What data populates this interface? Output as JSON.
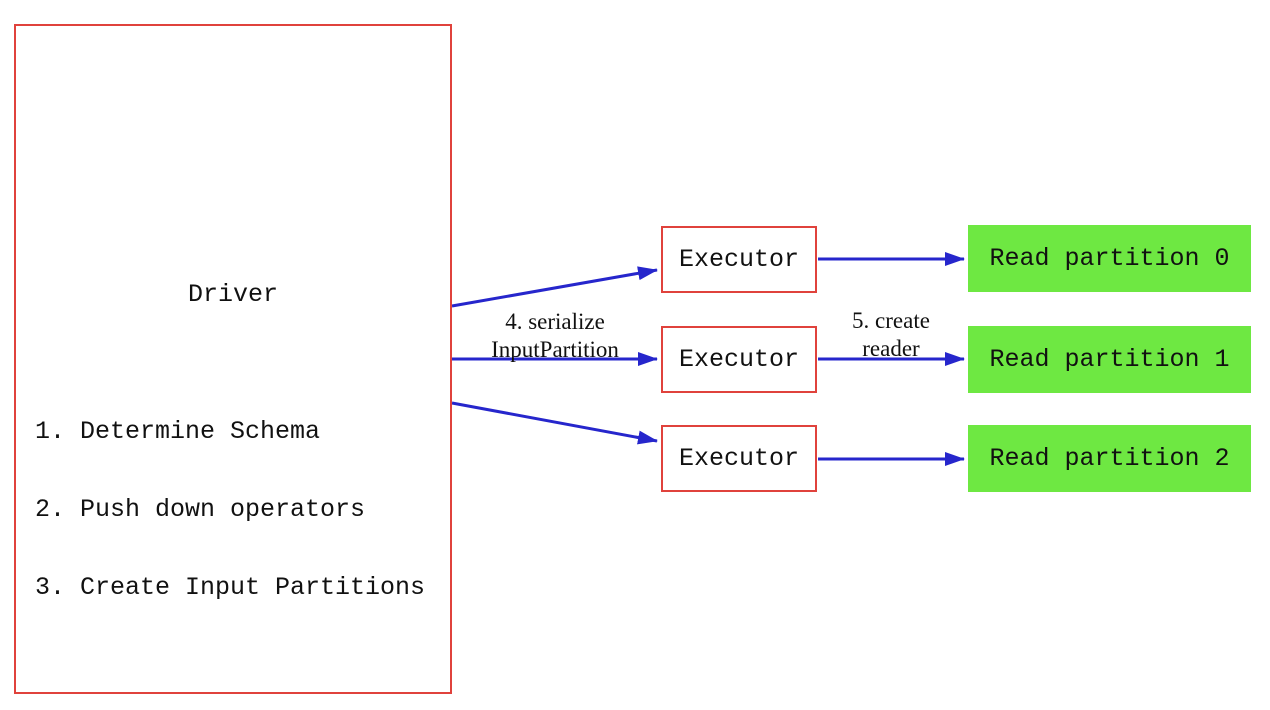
{
  "colors": {
    "box_border_red": "#e0423c",
    "partition_green": "#6ee842",
    "arrow_blue": "#2626cc",
    "text_black": "#111111"
  },
  "driver": {
    "title": "Driver",
    "steps": [
      "1. Determine Schema",
      "2. Push down operators",
      "3. Create Input Partitions"
    ]
  },
  "executors": [
    {
      "label": "Executor"
    },
    {
      "label": "Executor"
    },
    {
      "label": "Executor"
    }
  ],
  "partitions": [
    {
      "label": "Read partition 0"
    },
    {
      "label": "Read partition 1"
    },
    {
      "label": "Read partition 2"
    }
  ],
  "edge_labels": {
    "serialize_line1": "4. serialize",
    "serialize_line2": "InputPartition",
    "reader_line1": "5. create",
    "reader_line2": "reader"
  }
}
